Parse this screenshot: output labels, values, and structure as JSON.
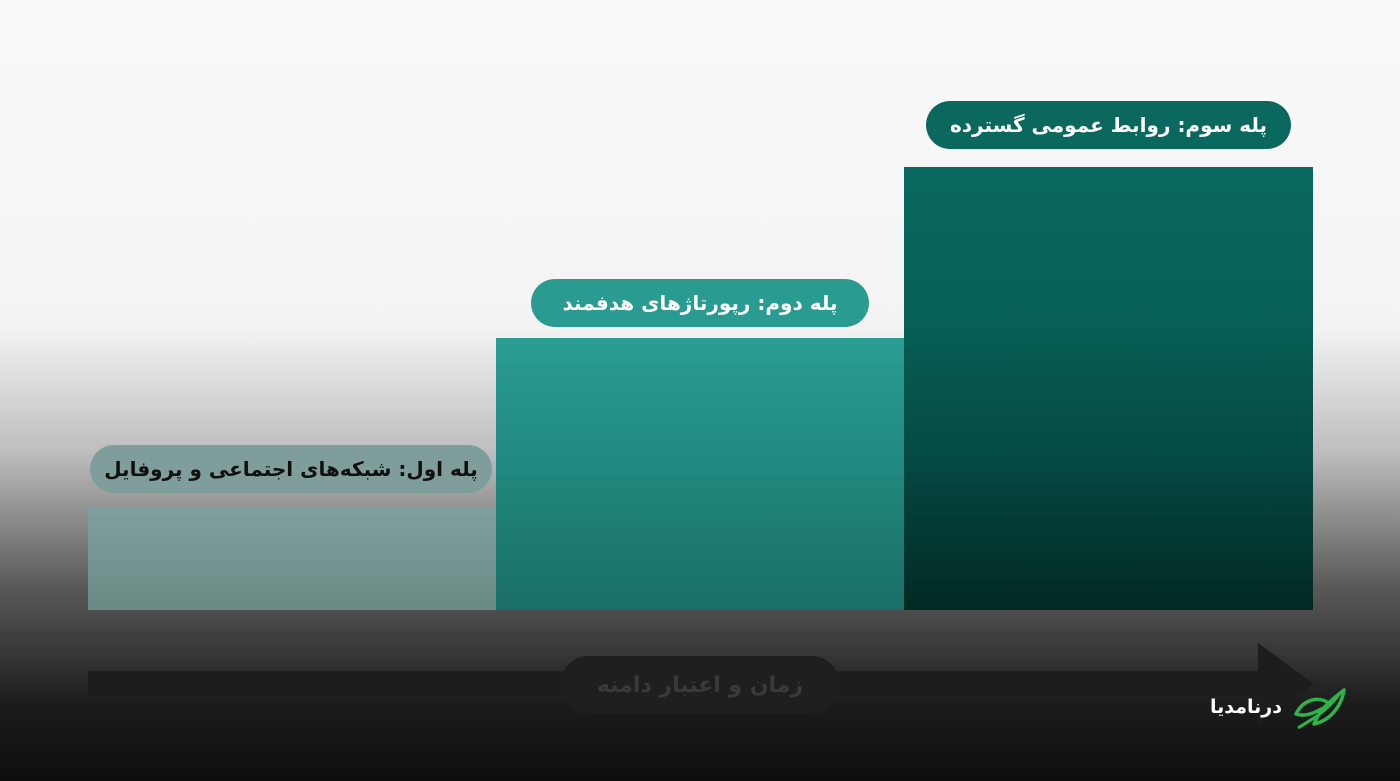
{
  "steps": [
    {
      "label": "پله اول: شبکه‌های اجتماعی و پروفایل"
    },
    {
      "label": "پله دوم: رپورتاژهای هدفمند"
    },
    {
      "label": "پله سوم: روابط عمومی گسترده"
    }
  ],
  "axis": {
    "label": "زمان و اعتبار دامنه"
  },
  "brand": {
    "name": "درنامدیا",
    "logo_icon": "leaf-icon",
    "accent": "#2db34a"
  },
  "colors": {
    "step1": "#6f8d89",
    "step2": "#239287",
    "step3": "#064d46"
  }
}
